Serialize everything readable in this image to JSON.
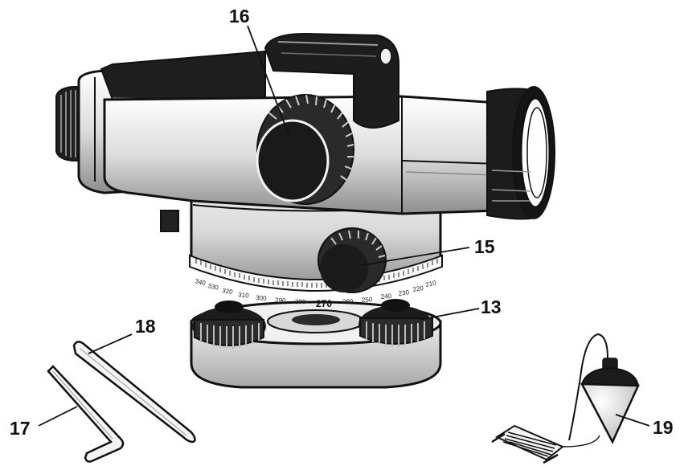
{
  "callouts": {
    "c13": "13",
    "c15": "15",
    "c16": "16",
    "c17": "17",
    "c18": "18",
    "c19": "19"
  },
  "scale": {
    "main_mark": "270",
    "left_marks": [
      "340",
      "330",
      "320",
      "310",
      "300",
      "290",
      "280"
    ],
    "right_marks": [
      "260",
      "250",
      "240",
      "230",
      "220",
      "210"
    ]
  },
  "colors": {
    "ink": "#111111",
    "body_light": "#e2e2e2",
    "body_dark": "#1c1c1c"
  }
}
